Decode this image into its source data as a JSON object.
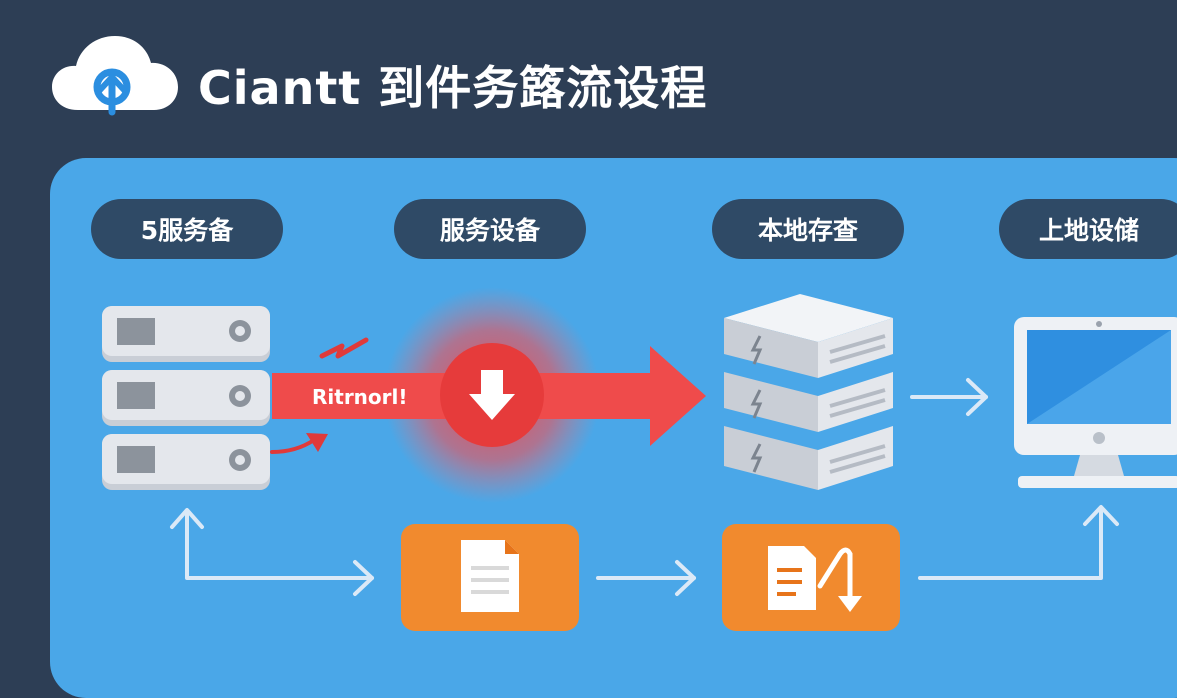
{
  "title": "Ciantt 到件务簬流设程",
  "stage_labels": [
    "5服务备",
    "服务设备",
    "本地存查",
    "上地设储"
  ],
  "warning_text": "Ritrnorl!",
  "colors": {
    "background": "#2d3e55",
    "panel": "#4aa7e8",
    "pill": "#2f4a66",
    "alert": "#ef4b4b",
    "document_box": "#f18a2e"
  }
}
